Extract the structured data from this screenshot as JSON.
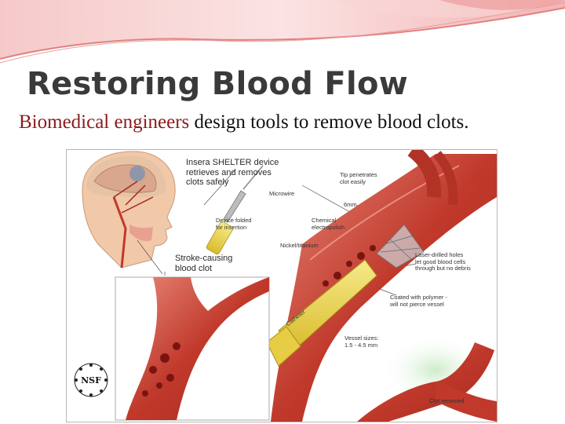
{
  "slide": {
    "title": "Restoring Blood Flow",
    "subtitle_highlight": "Biomedical engineers",
    "subtitle_rest": " design tools to remove blood clots."
  },
  "figure": {
    "labels": {
      "device": "Insera SHELTER device\nretrieves and removes\nclots safely",
      "microwire": "Microwire",
      "device_folded": "Device folded\nfor insertion",
      "nickel_titanium": "Nickel/titanium",
      "stroke_clot": "Stroke-causing\nblood clot",
      "tip_penetrates": "Tip penetrates\nclot easily",
      "six_mm": "6mm",
      "chemical": "Chemical\nelectropolish",
      "laser": "Laser-drilled holes\nlet good blood cells\nthrough but no debris",
      "coated": "Coated with polymer -\nwill not pierce vessel",
      "vessel_sizes": "Vessel sizes:\n1.5 - 4.5 mm",
      "catheter": "Catheter",
      "clot_removed": "Clot removed"
    },
    "logo_text": "NSF"
  },
  "colors": {
    "title": "#3a3a3a",
    "subtitle_highlight": "#8b1a1a",
    "vessel": "#c0392b",
    "catheter": "#e8d24a",
    "banner": "#e98a8a"
  }
}
